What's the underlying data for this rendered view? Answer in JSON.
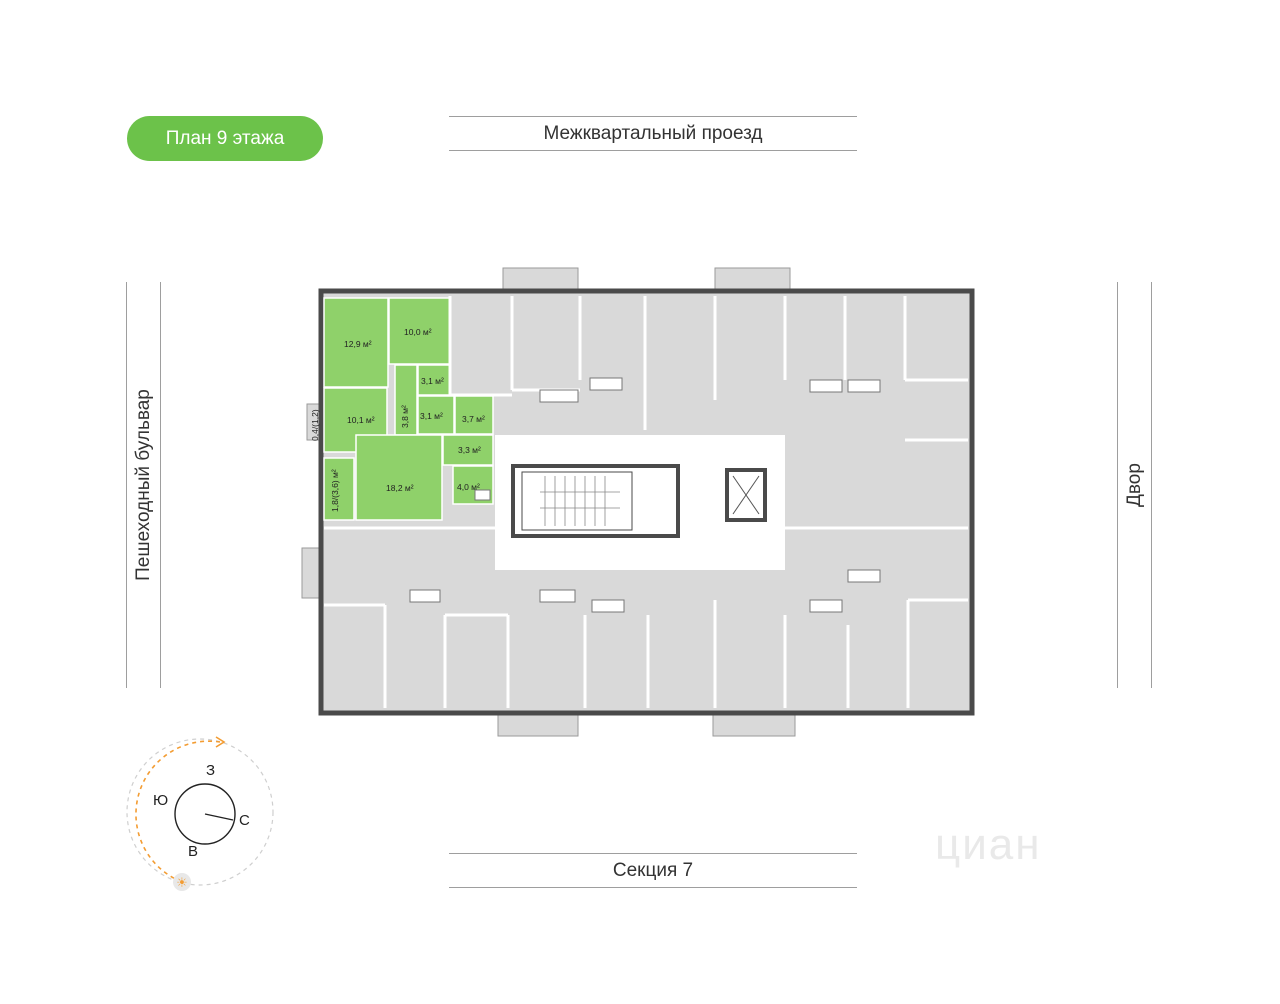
{
  "floor_label": "План 9 этажа",
  "streets": {
    "top": "Межквартальный проезд",
    "bottom": "Секция 7",
    "left": "Пешеходный бульвар",
    "right": "Двор"
  },
  "highlighted_apartment": {
    "color": "#8fd16a",
    "rooms": [
      {
        "area": "12,9 м²"
      },
      {
        "area": "10,0 м²"
      },
      {
        "area": "3,1 м²"
      },
      {
        "area": "3,8 м²"
      },
      {
        "area": "10,1 м²"
      },
      {
        "area": "3,1 м²"
      },
      {
        "area": "3,7 м²"
      },
      {
        "area": "3,3 м²"
      },
      {
        "area": "18,2 м²"
      },
      {
        "area": "4,0 м²"
      },
      {
        "area": "1,8/(3,6) м²"
      },
      {
        "area": "0,4/(1,2)"
      }
    ]
  },
  "compass": {
    "north": "С",
    "south": "Ю",
    "east": "В",
    "west": "З",
    "sun_icon": "sun-icon"
  },
  "watermark": "циан",
  "colors": {
    "badge": "#6cc24a",
    "room_fill": "#d9d9d9",
    "wall": "#4a4a4a",
    "core": "#ffffff"
  }
}
